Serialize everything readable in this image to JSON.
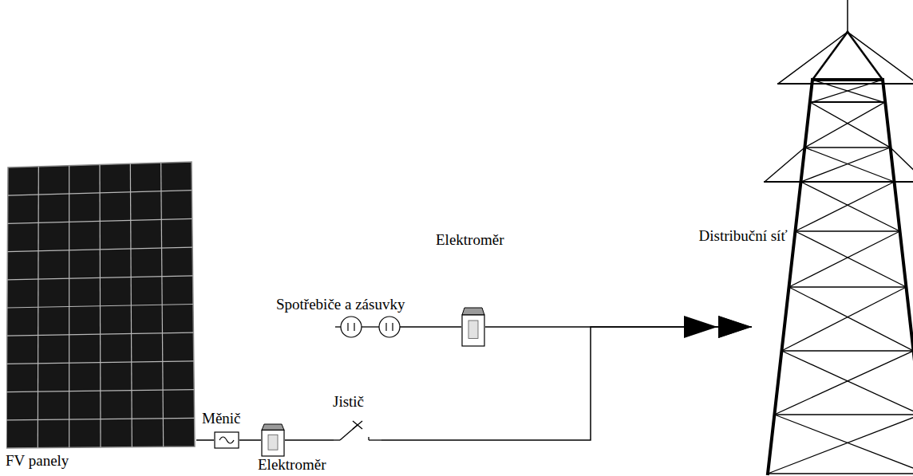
{
  "diagram": {
    "nodes": [
      {
        "text": [
          "FV panely"
        ]
      },
      {
        "text": [
          "Měnič"
        ]
      },
      {
        "text": [
          "Elektroměr"
        ]
      },
      {
        "text": [
          "Jistič"
        ]
      },
      {
        "text": [
          "Spotřebiče a zásuvky"
        ]
      },
      {
        "text": [
          "Elektroměr"
        ]
      },
      {
        "text": [
          "Distribuční síť"
        ]
      }
    ],
    "edges": [
      {
        "from": 0,
        "to": 1,
        "arrow": "none"
      },
      {
        "from": 1,
        "to": 2,
        "arrow": "none"
      },
      {
        "from": 2,
        "to": 3,
        "arrow": "none"
      },
      {
        "from": 3,
        "to": 6,
        "arrow": "to"
      },
      {
        "from": 4,
        "to": 5,
        "arrow": "none"
      },
      {
        "from": 5,
        "to": 6,
        "arrow": "to"
      }
    ]
  }
}
